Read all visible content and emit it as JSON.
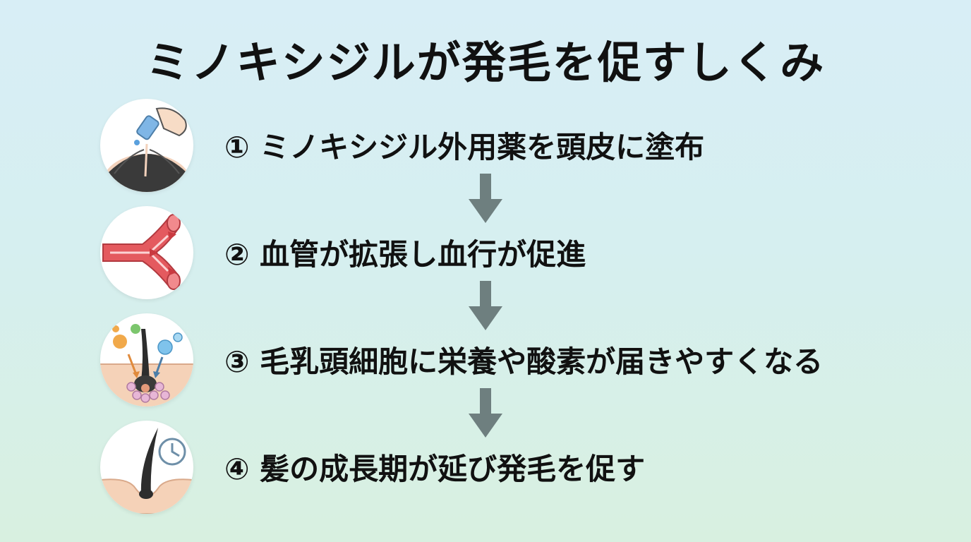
{
  "title": "ミノキシジルが発毛を促すしくみ",
  "steps": [
    {
      "text": "① ミノキシジル外用薬を頭皮に塗布",
      "icon": "dropper-scalp-icon"
    },
    {
      "text": "② 血管が拡張し血行が促進",
      "icon": "blood-vessel-icon"
    },
    {
      "text": "③ 毛乳頭細胞に栄養や酸素が届きやすくなる",
      "icon": "hair-follicle-nutrients-icon"
    },
    {
      "text": "④ 髪の成長期が延び発毛を促す",
      "icon": "hair-growth-clock-icon"
    }
  ],
  "colors": {
    "arrow": "#6e7f7f",
    "vessel": "#e45a5f",
    "skin": "#f5d2b8",
    "hair": "#2d2d2d"
  }
}
